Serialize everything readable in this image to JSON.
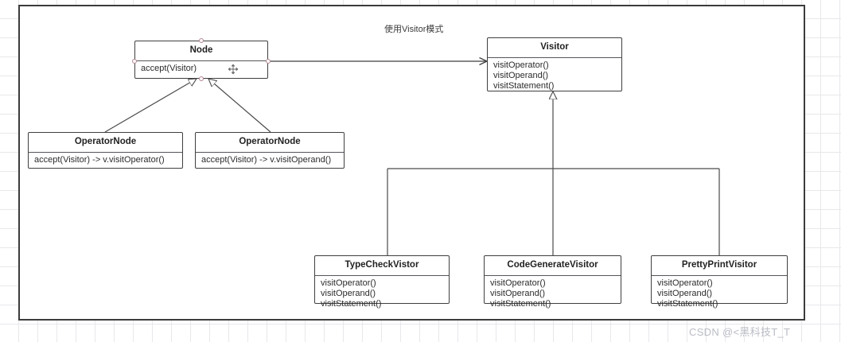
{
  "diagram": {
    "caption": "使用Visitor模式",
    "watermark": "CSDN @<黑科技T_T",
    "colors": {
      "frame_border": "#3c3c3c",
      "box_border": "#3f3f3f",
      "connector": "#4a4a4a",
      "grid": "#e8e8ec",
      "endpoint": "#b08a94",
      "watermark": "#b9bcc4"
    },
    "classes": [
      {
        "id": "node",
        "name": "Node",
        "members": [
          "accept(Visitor)"
        ],
        "handle_icon": "move-handle-icon"
      },
      {
        "id": "visitor",
        "name": "Visitor",
        "members": [
          "visitOperator()",
          "visitOperand()",
          "visitStatement()"
        ]
      },
      {
        "id": "operator-node",
        "name": "OperatorNode",
        "members": [
          "accept(Visitor) -> v.visitOperator()"
        ]
      },
      {
        "id": "operand-node",
        "name": "OperatorNode",
        "members": [
          "accept(Visitor) -> v.visitOperand()"
        ]
      },
      {
        "id": "typecheck-visitor",
        "name": "TypeCheckVistor",
        "members": [
          "visitOperator()",
          "visitOperand()",
          "visitStatement()"
        ]
      },
      {
        "id": "codegenerate-visitor",
        "name": "CodeGenerateVisitor",
        "members": [
          "visitOperator()",
          "visitOperand()",
          "visitStatement()"
        ]
      },
      {
        "id": "prettyprint-visitor",
        "name": "PrettyPrintVisitor",
        "members": [
          "visitOperator()",
          "visitOperand()",
          "visitStatement()"
        ]
      }
    ],
    "relations": [
      {
        "from": "node",
        "to": "visitor",
        "type": "association",
        "arrow": "open"
      },
      {
        "from": "operator-node",
        "to": "node",
        "type": "generalization",
        "arrow": "hollow-triangle"
      },
      {
        "from": "operand-node",
        "to": "node",
        "type": "generalization",
        "arrow": "hollow-triangle"
      },
      {
        "from": "typecheck-visitor",
        "to": "visitor",
        "type": "generalization",
        "arrow": "hollow-triangle"
      },
      {
        "from": "codegenerate-visitor",
        "to": "visitor",
        "type": "generalization",
        "arrow": "hollow-triangle"
      },
      {
        "from": "prettyprint-visitor",
        "to": "visitor",
        "type": "generalization",
        "arrow": "hollow-triangle"
      }
    ]
  }
}
